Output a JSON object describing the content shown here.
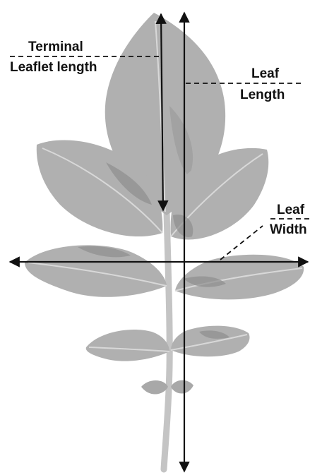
{
  "labels": {
    "terminal_line1": "Terminal",
    "terminal_line2": "Leaflet length",
    "leaf_length_line1": "Leaf",
    "leaf_length_line2": "Length",
    "leaf_width_line1": "Leaf",
    "leaf_width_line2": "Width"
  },
  "colors": {
    "leaf": "#b0b0b0",
    "leaf_dark": "#8e8e8e",
    "stem": "#c4c4c4",
    "vein": "#d8d8d8",
    "arrow": "#111111",
    "background": "#ffffff"
  }
}
